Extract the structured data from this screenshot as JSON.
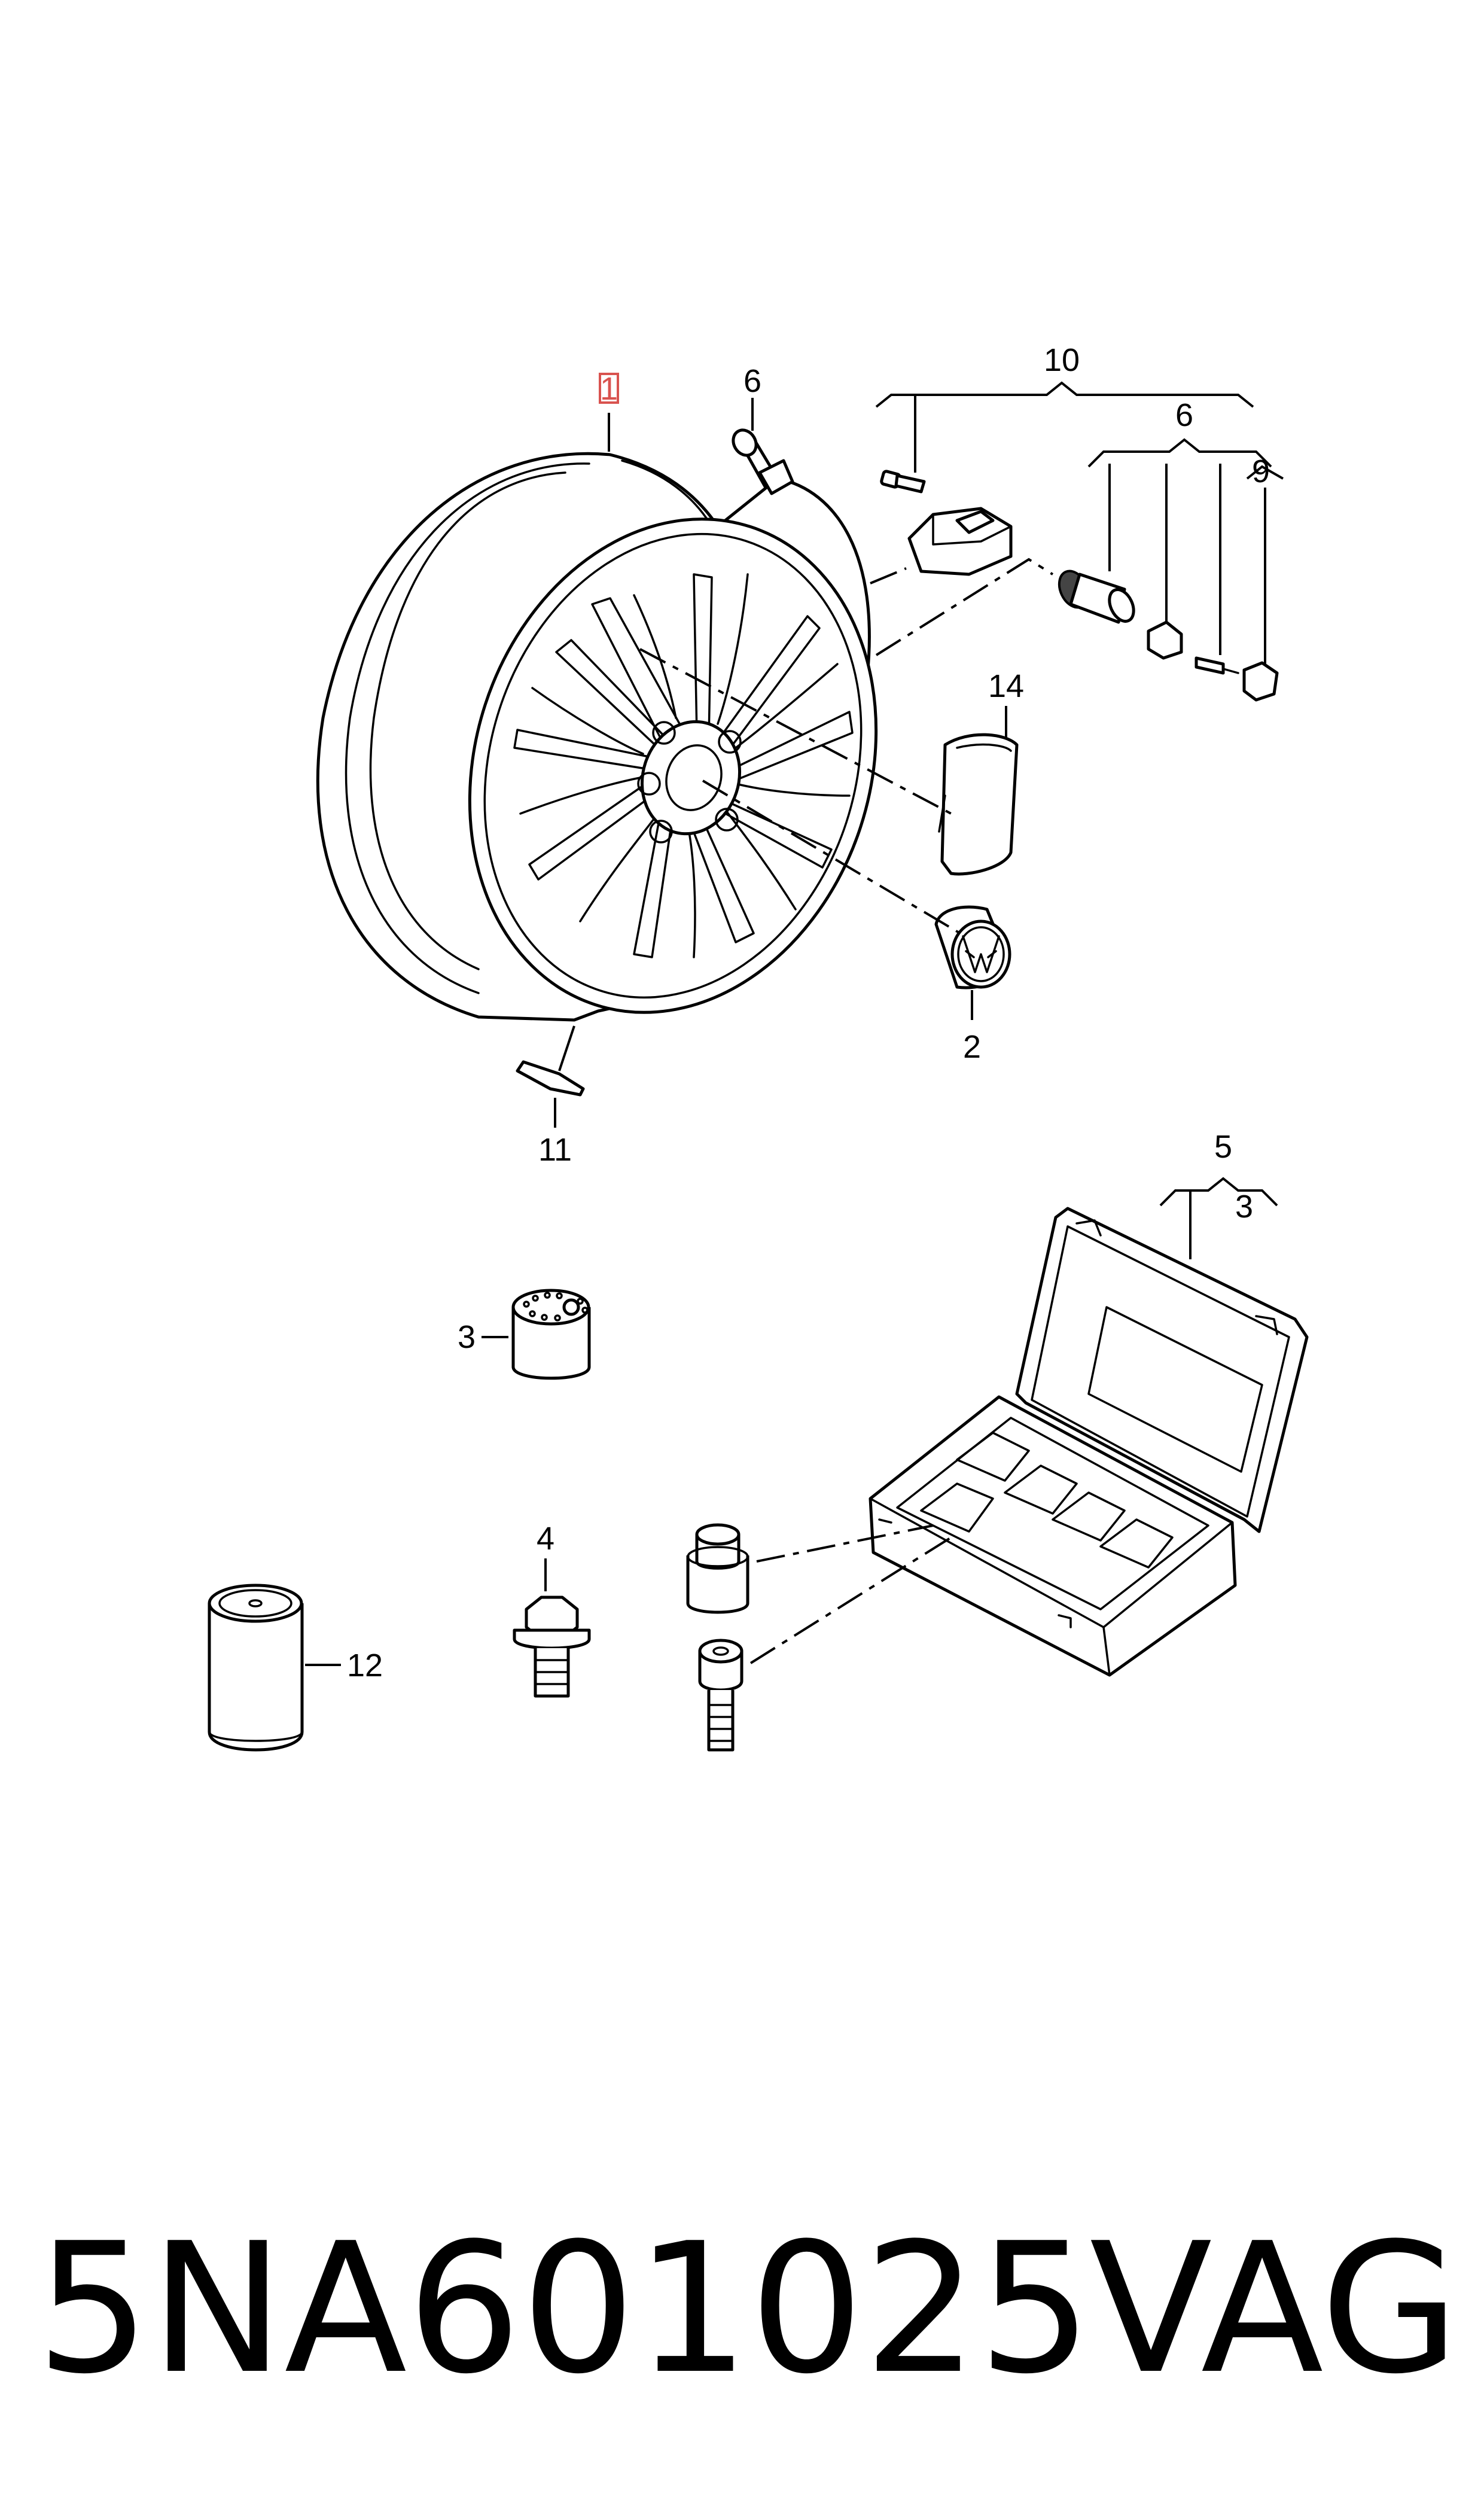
{
  "callouts": {
    "c1": "1",
    "c2": "2",
    "c3a": "3",
    "c3b": "3",
    "c4": "4",
    "c5": "5",
    "c6a": "6",
    "c6b": "6",
    "c9": "9",
    "c10": "10",
    "c11": "11",
    "c12": "12",
    "c14": "14"
  },
  "footer": {
    "part_number": "5NA601025",
    "brand": "VAG"
  },
  "colors": {
    "highlight": "#d9534f"
  }
}
